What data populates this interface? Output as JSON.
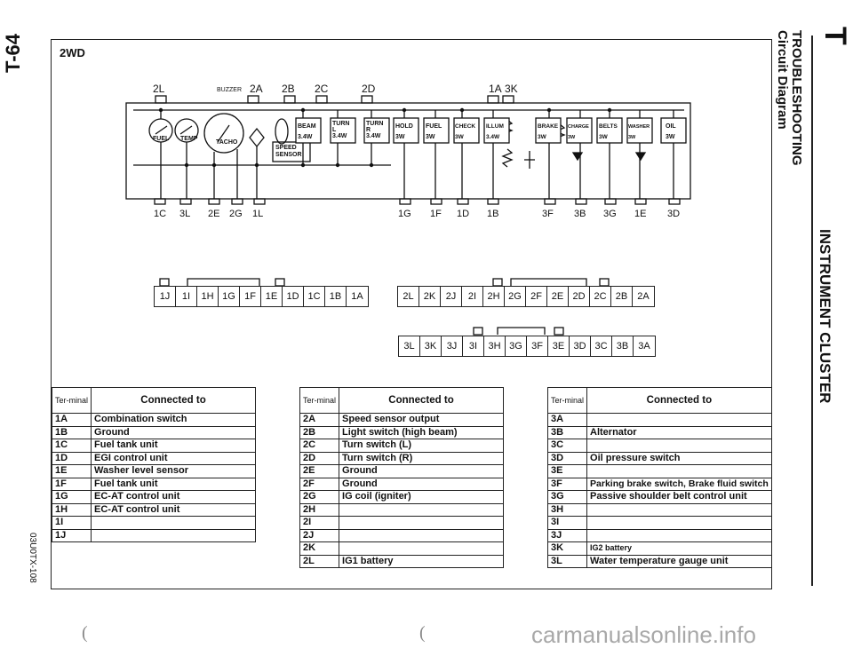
{
  "page": {
    "page_number": "T-64",
    "mode": "2WD",
    "section_letter": "T",
    "section_title": "TROUBLESHOOTING",
    "section_subtitle": "Circuit Diagram",
    "chapter": "INSTRUMENT CLUSTER",
    "doc_code": "03U0TX-108",
    "watermark": "carmanualsonline.info",
    "footer_marks": [
      "(",
      "("
    ]
  },
  "diagram": {
    "top_terminals": [
      "2L",
      "BUZZER",
      "2A",
      "2B",
      "2C",
      "2D",
      "1A",
      "3K"
    ],
    "bottom_terminals": [
      "1C",
      "3L",
      "2E",
      "2G",
      "1L",
      "1G",
      "1F",
      "1D",
      "1B",
      "3F",
      "3B",
      "3G",
      "1E",
      "3D"
    ],
    "gauges": [
      "FUEL",
      "TEMP",
      "TACHO"
    ],
    "sensor_label": "SPEED SENSOR",
    "lamps": [
      {
        "name": "BEAM",
        "watt": "3.4W"
      },
      {
        "name": "TURN",
        "sub": "L",
        "watt": "3.4W"
      },
      {
        "name": "TURN",
        "sub": "R",
        "watt": "3.4W"
      },
      {
        "name": "HOLD",
        "watt": "3W"
      },
      {
        "name": "FUEL",
        "watt": "3W"
      },
      {
        "name": "CHECK",
        "watt": "3W"
      },
      {
        "name": "ILLUM",
        "watt": "3.4W"
      },
      {
        "name": "BRAKE",
        "watt": "3W"
      },
      {
        "name": "CHARGE",
        "watt": "3W"
      },
      {
        "name": "BELTS",
        "watt": "3W"
      },
      {
        "name": "WASHER",
        "watt": "3W"
      },
      {
        "name": "OIL",
        "watt": "3W"
      }
    ]
  },
  "connectors": {
    "row1": [
      "1J",
      "1I",
      "1H",
      "1G",
      "1F",
      "1E",
      "1D",
      "1C",
      "1B",
      "1A"
    ],
    "row2": [
      "2L",
      "2K",
      "2J",
      "2I",
      "2H",
      "2G",
      "2F",
      "2E",
      "2D",
      "2C",
      "2B",
      "2A"
    ],
    "row3": [
      "3L",
      "3K",
      "3J",
      "3I",
      "3H",
      "3G",
      "3F",
      "3E",
      "3D",
      "3C",
      "3B",
      "3A"
    ]
  },
  "tables": {
    "header_terminal": "Ter-minal",
    "header_connected": "Connected to",
    "t1": [
      {
        "t": "1A",
        "c": "Combination switch"
      },
      {
        "t": "1B",
        "c": "Ground"
      },
      {
        "t": "1C",
        "c": "Fuel tank unit"
      },
      {
        "t": "1D",
        "c": "EGI control unit"
      },
      {
        "t": "1E",
        "c": "Washer level sensor"
      },
      {
        "t": "1F",
        "c": "Fuel tank unit"
      },
      {
        "t": "1G",
        "c": "EC-AT control unit"
      },
      {
        "t": "1H",
        "c": "EC-AT control unit"
      },
      {
        "t": "1I",
        "c": ""
      },
      {
        "t": "1J",
        "c": ""
      }
    ],
    "t2": [
      {
        "t": "2A",
        "c": "Speed sensor output"
      },
      {
        "t": "2B",
        "c": "Light switch (high beam)"
      },
      {
        "t": "2C",
        "c": "Turn switch (L)"
      },
      {
        "t": "2D",
        "c": "Turn switch (R)"
      },
      {
        "t": "2E",
        "c": "Ground"
      },
      {
        "t": "2F",
        "c": "Ground"
      },
      {
        "t": "2G",
        "c": "IG coil (igniter)"
      },
      {
        "t": "2H",
        "c": ""
      },
      {
        "t": "2I",
        "c": ""
      },
      {
        "t": "2J",
        "c": ""
      },
      {
        "t": "2K",
        "c": ""
      },
      {
        "t": "2L",
        "c": "IG1 battery"
      }
    ],
    "t3": [
      {
        "t": "3A",
        "c": ""
      },
      {
        "t": "3B",
        "c": "Alternator"
      },
      {
        "t": "3C",
        "c": ""
      },
      {
        "t": "3D",
        "c": "Oil pressure switch"
      },
      {
        "t": "3E",
        "c": ""
      },
      {
        "t": "3F",
        "c": "Parking brake switch, Brake fluid switch"
      },
      {
        "t": "3G",
        "c": "Passive shoulder belt control unit"
      },
      {
        "t": "3H",
        "c": ""
      },
      {
        "t": "3I",
        "c": ""
      },
      {
        "t": "3J",
        "c": ""
      },
      {
        "t": "3K",
        "c": "IG2 battery"
      },
      {
        "t": "3L",
        "c": "Water temperature gauge unit"
      }
    ]
  }
}
